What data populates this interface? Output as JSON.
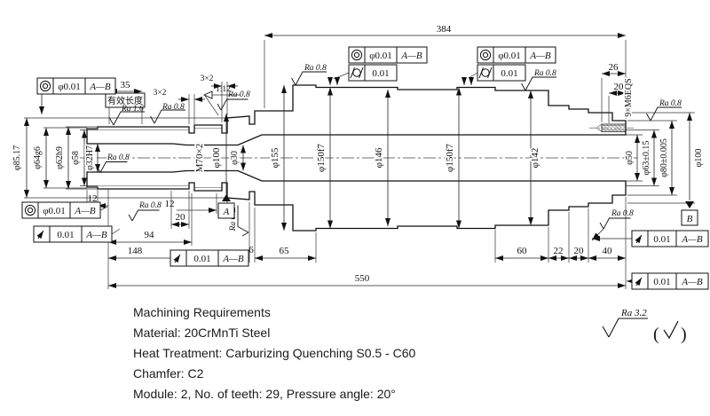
{
  "labels": {
    "d384": "384",
    "d550": "550",
    "d35": "35",
    "eff_len": "有效长度",
    "chamfer32": "3×2",
    "taper": "1:12",
    "d26": "26",
    "d20": "20",
    "m6": "9×M6EQS",
    "d12": "12",
    "d94": "94",
    "d148": "148",
    "d6": "6",
    "d65": "65",
    "d60": "60",
    "d22": "22",
    "d40": "40",
    "ra08": "Ra 0.8",
    "ra16": "Ra 1.6",
    "ra32": "Ra 3.2",
    "paren_l": "(",
    "paren_r": ")"
  },
  "diameters": {
    "d85": "φ85.17",
    "d64": "φ64g6",
    "d62": "φ62h9",
    "d58": "φ58",
    "d32": "φ32H7",
    "m70": "M70×2",
    "d100": "φ100",
    "d30": "φ30",
    "d155": "φ155",
    "d150": "φ150f7",
    "d146": "φ146",
    "d142": "φ142",
    "d50": "φ50",
    "d63": "φ63±0.15",
    "d80": "φ80±0.005"
  },
  "tolerances": {
    "phi001": "φ0.01",
    "t001": "0.01",
    "datum_ab": "A—B",
    "datum_a": "A",
    "datum_b": "B"
  },
  "notes": {
    "title": "Machining Requirements",
    "material": "Material: 20CrMnTi Steel",
    "heat": "Heat Treatment: Carburizing Quenching S0.5 - C60",
    "chamfer": "Chamfer: C2",
    "gear": "Module: 2, No. of teeth: 29, Pressure angle: 20°"
  }
}
